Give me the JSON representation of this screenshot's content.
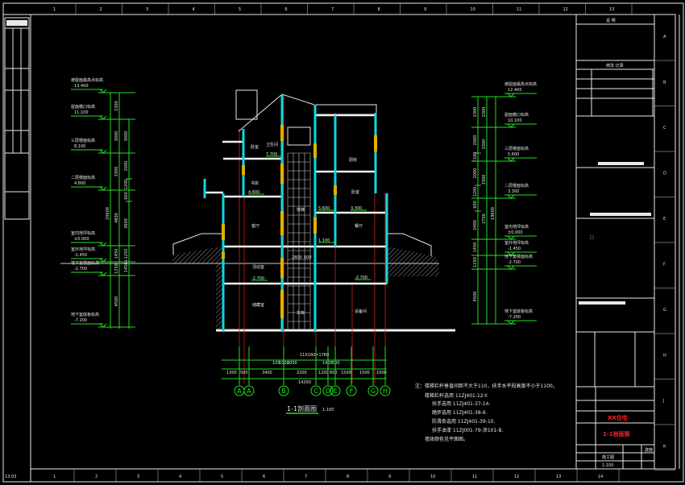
{
  "colors": {
    "background": "#000000",
    "frame": "#e8e8e8",
    "dimension": "#22e022",
    "wall": "#10d8e0",
    "axis": "#d02020",
    "window": "#e0b000",
    "highlight": "#ff2020"
  },
  "sheet": {
    "corner_label": "13.03",
    "top_ruler": [
      "1",
      "2",
      "3",
      "4",
      "5",
      "6",
      "7",
      "8",
      "9",
      "10",
      "11",
      "12",
      "13"
    ],
    "bottom_ruler": [
      "1",
      "2",
      "3",
      "4",
      "5",
      "6",
      "7",
      "8",
      "9",
      "10",
      "11",
      "12",
      "13",
      "14"
    ],
    "row_letters": [
      "A",
      "B",
      "C",
      "D",
      "E",
      "F",
      "G",
      "H",
      "J",
      "K"
    ]
  },
  "drawing": {
    "title": "1-1剖面图",
    "scale": "1:100",
    "left_levels": [
      {
        "name": "坡屋面最高点标高",
        "value": "13.400"
      },
      {
        "name": "屋面檐口标高",
        "value": "11.100"
      },
      {
        "name": "三层楼面标高",
        "value": "8.100"
      },
      {
        "name": "二层楼面标高",
        "value": "4.800"
      },
      {
        "name": "室内地坪标高",
        "value": "±0.000"
      },
      {
        "name": "室外地坪标高",
        "value": "-1.450"
      },
      {
        "name": "地下室楼面标高",
        "value": "-2.700"
      },
      {
        "name": "地下室底板标高",
        "value": "-7.200"
      }
    ],
    "left_dims_outer": [
      "2300",
      "3000",
      "3300",
      "4800",
      "1450",
      "1250",
      "4500"
    ],
    "left_total": "20600",
    "left_dims_inner": [
      "3000",
      "2000",
      "1200",
      "600",
      "3600",
      "1450+1250"
    ],
    "right_levels": [
      {
        "name": "坡屋面最高点标高",
        "value": "12.400"
      },
      {
        "name": "屋面檐口标高",
        "value": "10.100"
      },
      {
        "name": "三层楼面标高",
        "value": "5.600"
      },
      {
        "name": "二层楼面标高",
        "value": "3.300"
      },
      {
        "name": "室内地坪标高",
        "value": "±0.000"
      },
      {
        "name": "室外地坪标高",
        "value": "-1.450"
      },
      {
        "name": "地下室楼面标高",
        "value": "-2.700"
      },
      {
        "name": "地下室底板标高",
        "value": "-7.200"
      }
    ],
    "right_dims_outer": [
      "2300",
      "2000",
      "1100",
      "2000",
      "1200",
      "600",
      "2400",
      "1450",
      "1250",
      "4500"
    ],
    "right_dims_mid": [
      "2300",
      "3300",
      "3300",
      "2700"
    ],
    "right_total": "19600",
    "rooms": [
      "卧室",
      "卫生间",
      "书房",
      "客厅",
      "楼梯",
      "活动室",
      "储藏室",
      "车库",
      "厨房",
      "卧室",
      "餐厅",
      "设备间"
    ],
    "floor_marks": [
      "7.700",
      "4.800",
      "5.600",
      "3.300",
      "1.100",
      "-2.700",
      "-2.700"
    ],
    "stair_dims": [
      "2800",
      "600"
    ],
    "axis_dims_top": [
      "100",
      "1000",
      "2000",
      "11X160=1760",
      "1400",
      "500"
    ],
    "axis_dims": [
      "1300",
      "500",
      "3400",
      "2200",
      "1200",
      "600",
      "1500",
      "1500",
      "1000"
    ],
    "axis_total": "14200",
    "axes": [
      "A",
      "A",
      "B",
      "C",
      "D",
      "E",
      "F",
      "G",
      "H"
    ]
  },
  "notes": [
    "注：楼梯栏杆垂直间距不大于110，扶手水平段高度不小于1100。",
    "楼梯栏杆选用 11ZJ401-12-Y.",
    "扶手选用 11ZJ401-37-14.",
    "踏步选用 11ZJ401-38-6.",
    "防滑条选用 11ZJ401-39-10.",
    "扶手油漆 11ZJ001-79-涂101-B.",
    "墙体颜色见平面图。"
  ],
  "title_block": {
    "header": "说 明",
    "revision": "修改 记录",
    "project": "XX住宅",
    "drawing_name": "1-1剖面图",
    "scale": "1:100",
    "stage": "施工图",
    "sheet_no": "建施"
  }
}
